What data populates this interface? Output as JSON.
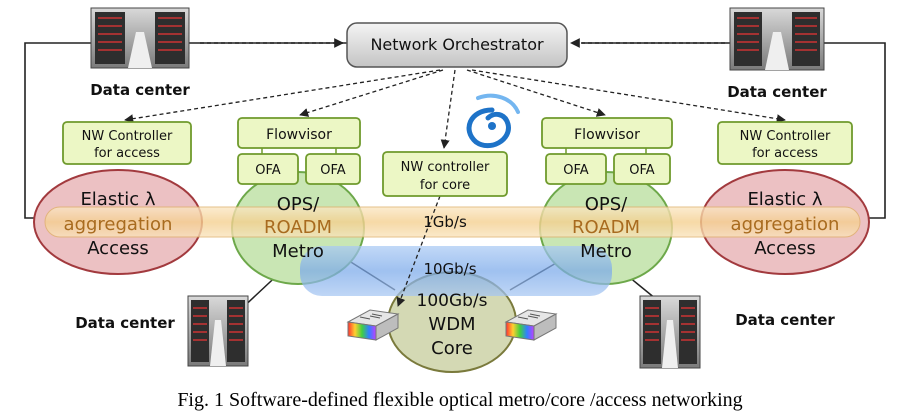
{
  "orchestrator": {
    "label": "Network Orchestrator"
  },
  "datacenters": {
    "top_left": "Data center",
    "top_right": "Data center",
    "bottom_left": "Data center",
    "bottom_right": "Data center"
  },
  "controllers": {
    "access_left": [
      "NW Controller",
      "for access"
    ],
    "access_right": [
      "NW Controller",
      "for access"
    ],
    "core": [
      "NW controller",
      "for core"
    ]
  },
  "flowvisor": {
    "left": "Flowvisor",
    "right": "Flowvisor"
  },
  "ofa": {
    "left_1": "OFA",
    "left_2": "OFA",
    "right_1": "OFA",
    "right_2": "OFA"
  },
  "access_nodes": {
    "left": [
      "Elastic λ",
      "aggregation",
      "Access"
    ],
    "right": [
      "Elastic λ",
      "aggregation",
      "Access"
    ]
  },
  "metro_nodes": {
    "left": [
      "OPS/",
      "ROADM",
      "Metro"
    ],
    "right": [
      "OPS/",
      "ROADM",
      "Metro"
    ]
  },
  "core_node": [
    "100Gb/s",
    "WDM",
    "Core"
  ],
  "bands": {
    "orange": "1Gb/s",
    "blue": "10Gb/s"
  },
  "caption": "Fig. 1 Software-defined flexible optical metro/core /access networking",
  "colors": {
    "access_fill": "#ecc1c3",
    "access_stroke": "#a23a3e",
    "metro_fill": "#c9e6b4",
    "metro_stroke": "#6da84a",
    "core_fill": "#d4d9b4",
    "core_stroke": "#7a7a3c",
    "controller_fill": "#ecf7c5",
    "controller_stroke": "#6f9a2c",
    "orange_band": "#f7d9a5",
    "blue_band": "#8fb8f0"
  },
  "icons": {
    "datacenter": "server-racks-photo-icon",
    "switch": "optical-switch-icon",
    "sdn": "sdn-swirl-icon"
  }
}
